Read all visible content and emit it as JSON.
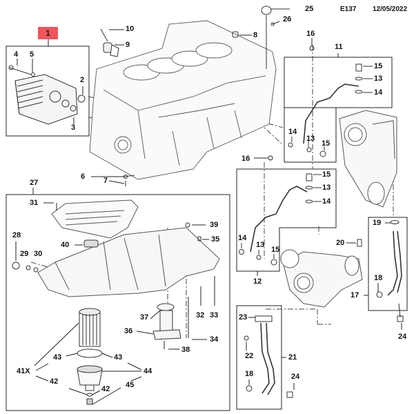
{
  "header": {
    "diagram_code": "E137",
    "date": "12/05/2022"
  },
  "highlight": {
    "callout_label": "1",
    "color": "#f2555b"
  },
  "groups": {
    "oil_cooler_assembly": "1",
    "upper_turbo_oil_feed_pipe": "11",
    "lower_turbo_oil_feed_pipe": "12",
    "turbo_oil_return_pipe_upper": "17",
    "turbo_oil_return_pipe_lower": "21",
    "oil_pan_assembly": "27"
  },
  "callouts": {
    "c2": "2",
    "c3": "3",
    "c4": "4",
    "c5": "5",
    "c6": "6",
    "c7": "7",
    "c8": "8",
    "c9": "9",
    "c10": "10",
    "c11": "11",
    "c12": "12",
    "c13a": "13",
    "c13b": "13",
    "c13c": "13",
    "c13d": "13",
    "c14a": "14",
    "c14b": "14",
    "c14c": "14",
    "c14d": "14",
    "c15a": "15",
    "c15b": "15",
    "c15c": "15",
    "c15d": "15",
    "c16a": "16",
    "c16b": "16",
    "c17": "17",
    "c18a": "18",
    "c18b": "18",
    "c19": "19",
    "c20": "20",
    "c21": "21",
    "c22": "22",
    "c23": "23",
    "c24a": "24",
    "c24b": "24",
    "c25": "25",
    "c26": "26",
    "c27": "27",
    "c28": "28",
    "c29": "29",
    "c30": "30",
    "c31": "31",
    "c32": "32",
    "c33": "33",
    "c34": "34",
    "c35": "35",
    "c36": "36",
    "c37": "37",
    "c38": "38",
    "c39": "39",
    "c40": "40",
    "c41x": "41X",
    "c42a": "42",
    "c42b": "42",
    "c43a": "43",
    "c43b": "43",
    "c44": "44",
    "c45": "45"
  }
}
